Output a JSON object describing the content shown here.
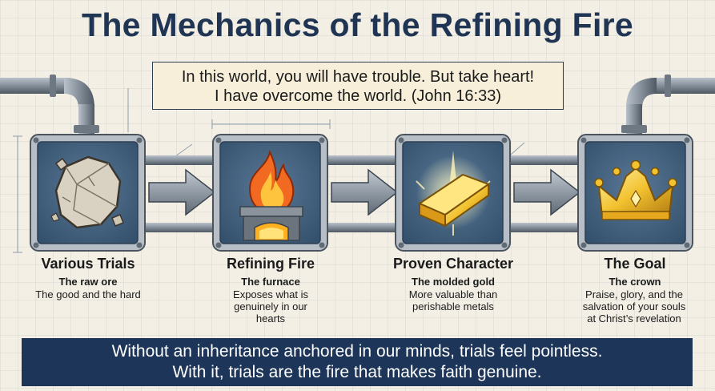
{
  "title": "The Mechanics of the Refining Fire",
  "quote": {
    "line1": "In this world, you will have trouble. But take heart!",
    "line2": "I have overcome the world. (John 16:33)"
  },
  "stages": [
    {
      "title": "Various Trials",
      "subtitle": "The raw ore",
      "description": "The good and the hard",
      "icon": "rock-icon"
    },
    {
      "title": "Refining Fire",
      "subtitle": "The furnace",
      "description": "Exposes what is genuinely in our hearts",
      "icon": "furnace-fire-icon"
    },
    {
      "title": "Proven Character",
      "subtitle": "The molded gold",
      "description": "More valuable than perishable metals",
      "icon": "gold-bar-icon"
    },
    {
      "title": "The Goal",
      "subtitle": "The crown",
      "description": "Praise, glory, and the salvation of your souls at Christ’s revelation",
      "icon": "crown-icon"
    }
  ],
  "banner": {
    "line1": "Without an inheritance anchored in our minds, trials feel pointless.",
    "line2": "With it, trials are the fire that makes faith genuine."
  },
  "colors": {
    "navy": "#1c3558",
    "panel": "#3f5e7c",
    "metal": "#8c959f",
    "gold": "#f2c230",
    "fire": "#f26a21"
  }
}
